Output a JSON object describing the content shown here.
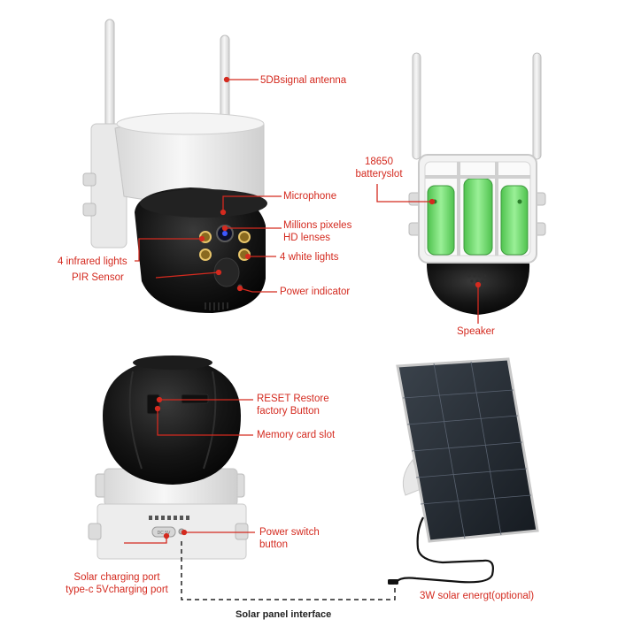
{
  "colors": {
    "label": "#d42a1f",
    "leader": "#d42a1f",
    "camera_white": "#eeeeee",
    "camera_black": "#161616",
    "battery_green": "#7be07a",
    "solar_panel": "#222830",
    "cable": "#111111"
  },
  "labels": {
    "antenna": "5DBsignal antenna",
    "microphone": "Microphone",
    "lenses_1": "Millions pixeles",
    "lenses_2": "HD lenses",
    "infrared": "4 infrared lights",
    "white_lights": "4 white lights",
    "pir": "PIR Sensor",
    "power_indicator": "Power indicator",
    "battery_1": "18650",
    "battery_2": "batteryslot",
    "speaker": "Speaker",
    "reset_1": "RESET Restore",
    "reset_2": "factory Button",
    "memory": "Memory card slot",
    "power_switch_1": "Power switch",
    "power_switch_2": "button",
    "charging_1": "Solar charging port",
    "charging_2": "type-c 5Vcharging port",
    "solar_interface": "Solar panel interface",
    "solar_optional": "3W solar energt(optional)",
    "port_marking": "DC 5V"
  },
  "icons": {
    "antenna": "antenna-icon",
    "camera": "ptz-camera-icon",
    "battery": "battery-icon",
    "solar": "solar-panel-icon"
  }
}
